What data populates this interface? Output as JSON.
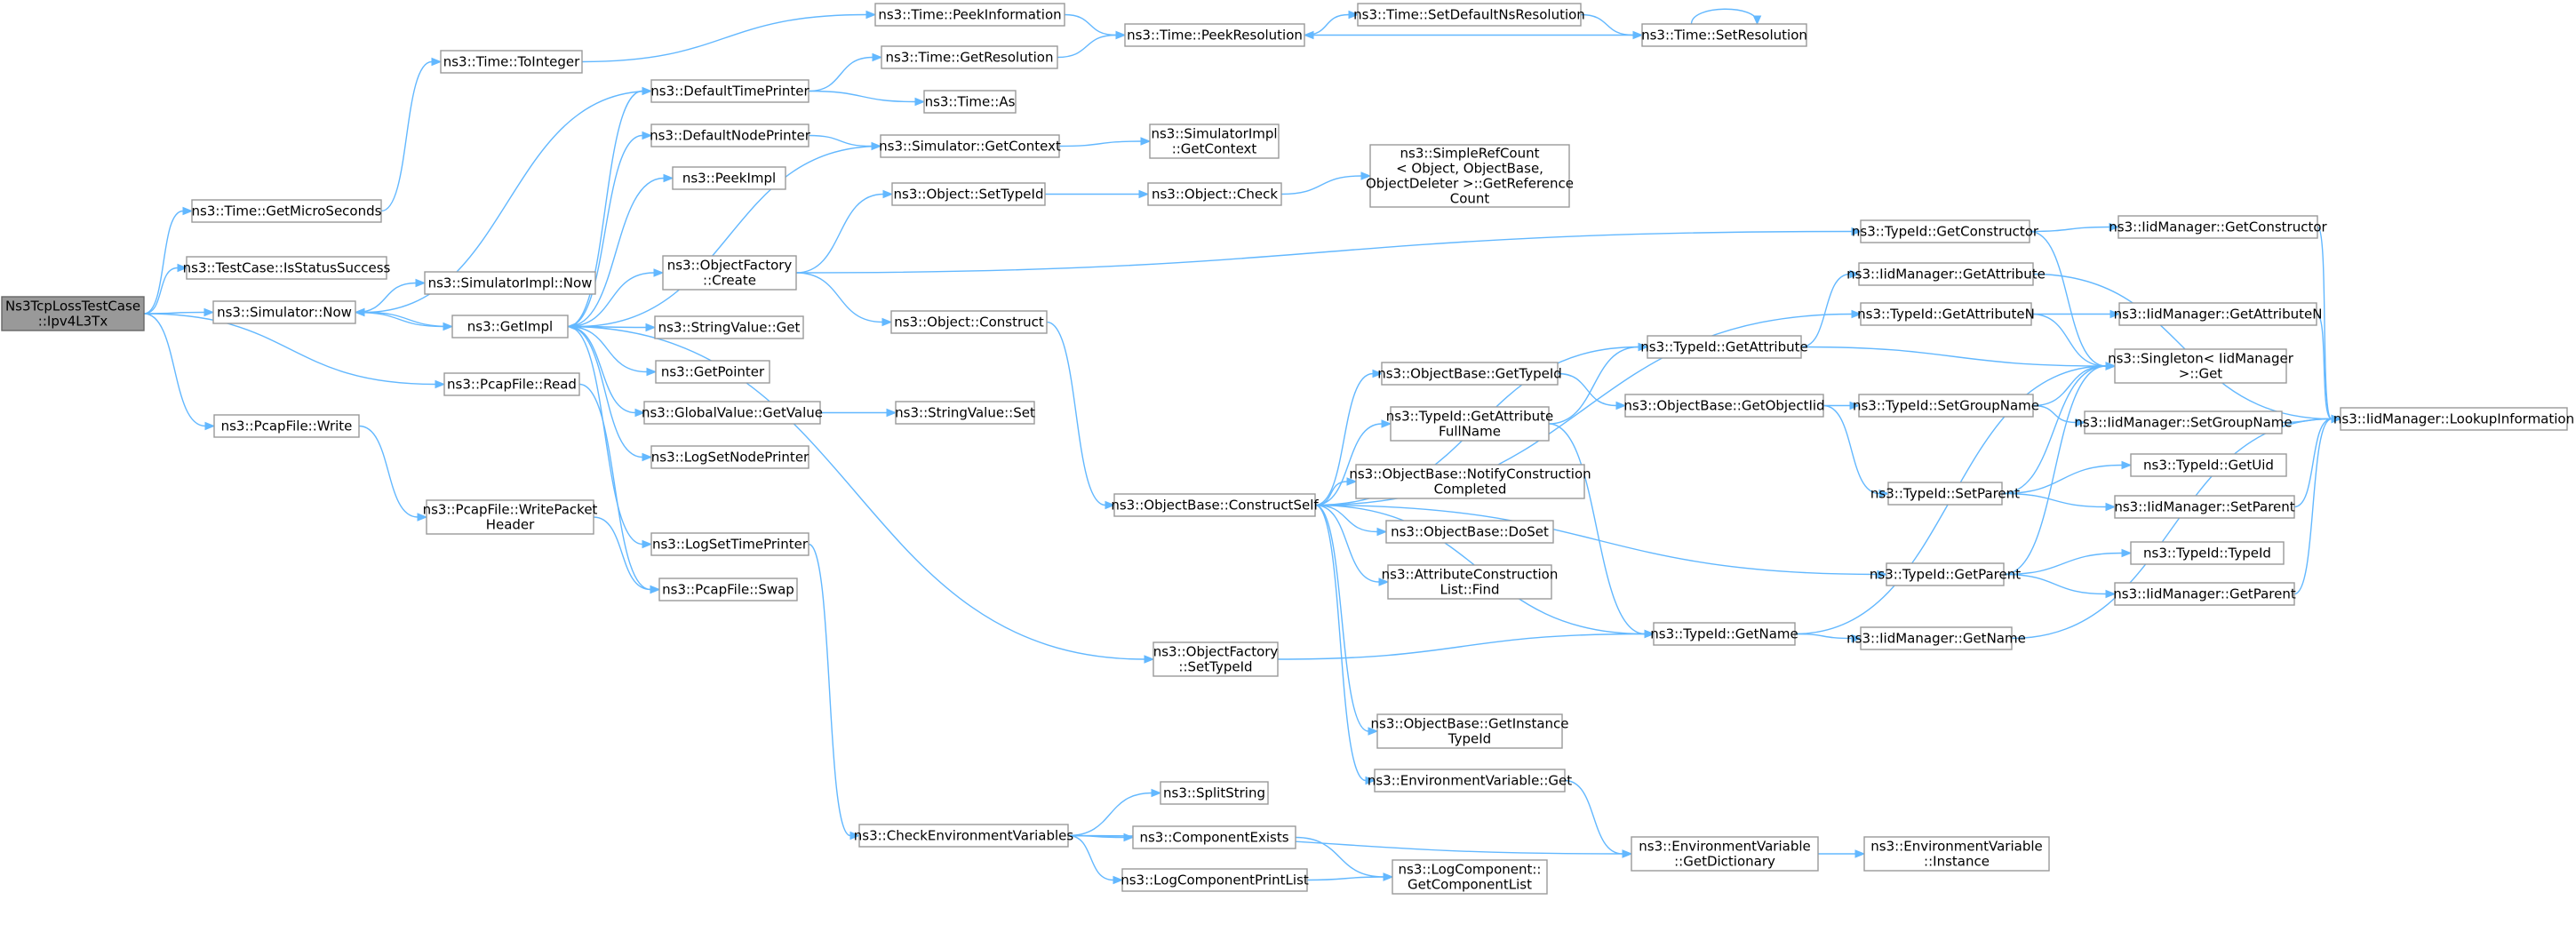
{
  "nodes": [
    {
      "id": "root",
      "label": [
        "Ns3TcpLossTestCase",
        "::Ipv4L3Tx"
      ],
      "root": true
    },
    {
      "id": "getMicro",
      "label": [
        "ns3::Time::GetMicroSeconds"
      ]
    },
    {
      "id": "isStatus",
      "label": [
        "ns3::TestCase::IsStatusSuccess"
      ]
    },
    {
      "id": "simNow",
      "label": [
        "ns3::Simulator::Now"
      ]
    },
    {
      "id": "pcapRead",
      "label": [
        "ns3::PcapFile::Read"
      ]
    },
    {
      "id": "pcapWrite",
      "label": [
        "ns3::PcapFile::Write"
      ]
    },
    {
      "id": "toInteger",
      "label": [
        "ns3::Time::ToInteger"
      ]
    },
    {
      "id": "simImplNow",
      "label": [
        "ns3::SimulatorImpl::Now"
      ]
    },
    {
      "id": "getImpl",
      "label": [
        "ns3::GetImpl"
      ]
    },
    {
      "id": "writePkt",
      "label": [
        "ns3::PcapFile::WritePacket",
        "Header"
      ]
    },
    {
      "id": "peekInfo",
      "label": [
        "ns3::Time::PeekInformation"
      ]
    },
    {
      "id": "defTime",
      "label": [
        "ns3::DefaultTimePrinter"
      ]
    },
    {
      "id": "defNode",
      "label": [
        "ns3::DefaultNodePrinter"
      ]
    },
    {
      "id": "peekImpl",
      "label": [
        "ns3::PeekImpl"
      ]
    },
    {
      "id": "objFactCreate",
      "label": [
        "ns3::ObjectFactory",
        "::Create"
      ]
    },
    {
      "id": "strValGet",
      "label": [
        "ns3::StringValue::Get"
      ]
    },
    {
      "id": "getPointer",
      "label": [
        "ns3::GetPointer"
      ]
    },
    {
      "id": "gvGetValue",
      "label": [
        "ns3::GlobalValue::GetValue"
      ]
    },
    {
      "id": "logSetNode",
      "label": [
        "ns3::LogSetNodePrinter"
      ]
    },
    {
      "id": "logSetTime",
      "label": [
        "ns3::LogSetTimePrinter"
      ]
    },
    {
      "id": "pcapSwap",
      "label": [
        "ns3::PcapFile::Swap"
      ]
    },
    {
      "id": "getResolution",
      "label": [
        "ns3::Time::GetResolution"
      ]
    },
    {
      "id": "timeAs",
      "label": [
        "ns3::Time::As"
      ]
    },
    {
      "id": "simGetCtx",
      "label": [
        "ns3::Simulator::GetContext"
      ]
    },
    {
      "id": "objSetTypeId",
      "label": [
        "ns3::Object::SetTypeId"
      ]
    },
    {
      "id": "objConstruct",
      "label": [
        "ns3::Object::Construct"
      ]
    },
    {
      "id": "strValSet",
      "label": [
        "ns3::StringValue::Set"
      ]
    },
    {
      "id": "checkEnv",
      "label": [
        "ns3::CheckEnvironmentVariables"
      ]
    },
    {
      "id": "peekRes",
      "label": [
        "ns3::Time::PeekResolution"
      ]
    },
    {
      "id": "simImplGetCtx",
      "label": [
        "ns3::SimulatorImpl",
        "::GetContext"
      ]
    },
    {
      "id": "objCheck",
      "label": [
        "ns3::Object::Check"
      ]
    },
    {
      "id": "objBaseConstructSelf",
      "label": [
        "ns3::ObjectBase::ConstructSelf"
      ]
    },
    {
      "id": "objFactSetTypeId",
      "label": [
        "ns3::ObjectFactory",
        "::SetTypeId"
      ]
    },
    {
      "id": "splitString",
      "label": [
        "ns3::SplitString"
      ]
    },
    {
      "id": "compExists",
      "label": [
        "ns3::ComponentExists"
      ]
    },
    {
      "id": "logCompPrint",
      "label": [
        "ns3::LogComponentPrintList"
      ]
    },
    {
      "id": "setDefNsRes",
      "label": [
        "ns3::Time::SetDefaultNsResolution"
      ]
    },
    {
      "id": "simpleRefCount",
      "label": [
        "ns3::SimpleRefCount",
        "< Object, ObjectBase,",
        "ObjectDeleter >::GetReference",
        "Count"
      ]
    },
    {
      "id": "objBaseGetTypeId",
      "label": [
        "ns3::ObjectBase::GetTypeId"
      ]
    },
    {
      "id": "tidGetAttrFullName",
      "label": [
        "ns3::TypeId::GetAttribute",
        "FullName"
      ]
    },
    {
      "id": "objBaseNotify",
      "label": [
        "ns3::ObjectBase::NotifyConstruction",
        "Completed"
      ]
    },
    {
      "id": "objBaseDoSet",
      "label": [
        "ns3::ObjectBase::DoSet"
      ]
    },
    {
      "id": "attrConstrFind",
      "label": [
        "ns3::AttributeConstruction",
        "List::Find"
      ]
    },
    {
      "id": "objBaseGetInst",
      "label": [
        "ns3::ObjectBase::GetInstance",
        "TypeId"
      ]
    },
    {
      "id": "envVarGet",
      "label": [
        "ns3::EnvironmentVariable::Get"
      ]
    },
    {
      "id": "logCompGetList",
      "label": [
        "ns3::LogComponent::",
        "GetComponentList"
      ]
    },
    {
      "id": "timeSetRes",
      "label": [
        "ns3::Time::SetResolution"
      ]
    },
    {
      "id": "tidGetAttr",
      "label": [
        "ns3::TypeId::GetAttribute"
      ]
    },
    {
      "id": "objBaseGetObjTid",
      "label": [
        "ns3::ObjectBase::GetObjectIid"
      ]
    },
    {
      "id": "tidGetName",
      "label": [
        "ns3::TypeId::GetName"
      ]
    },
    {
      "id": "envVarGetDict",
      "label": [
        "ns3::EnvironmentVariable",
        "::GetDictionary"
      ]
    },
    {
      "id": "tidGetConstructor",
      "label": [
        "ns3::TypeId::GetConstructor"
      ]
    },
    {
      "id": "iidMgrGetAttr",
      "label": [
        "ns3::IidManager::GetAttribute"
      ]
    },
    {
      "id": "tidGetAttrN",
      "label": [
        "ns3::TypeId::GetAttributeN"
      ]
    },
    {
      "id": "tidSetGroupName",
      "label": [
        "ns3::TypeId::SetGroupName"
      ]
    },
    {
      "id": "tidSetParent",
      "label": [
        "ns3::TypeId::SetParent"
      ]
    },
    {
      "id": "tidGetParent",
      "label": [
        "ns3::TypeId::GetParent"
      ]
    },
    {
      "id": "iidMgrGetName",
      "label": [
        "ns3::IidManager::GetName"
      ]
    },
    {
      "id": "envVarInstance",
      "label": [
        "ns3::EnvironmentVariable",
        "::Instance"
      ]
    },
    {
      "id": "iidMgrGetConstructor",
      "label": [
        "ns3::IidManager::GetConstructor"
      ]
    },
    {
      "id": "iidMgrGetAttrN",
      "label": [
        "ns3::IidManager::GetAttributeN"
      ]
    },
    {
      "id": "singletonGet",
      "label": [
        "ns3::Singleton< IidManager",
        ">::Get"
      ]
    },
    {
      "id": "iidMgrSetGroupName",
      "label": [
        "ns3::IidManager::SetGroupName"
      ]
    },
    {
      "id": "tidGetUid",
      "label": [
        "ns3::TypeId::GetUid"
      ]
    },
    {
      "id": "iidMgrSetParent",
      "label": [
        "ns3::IidManager::SetParent"
      ]
    },
    {
      "id": "tidTypeId",
      "label": [
        "ns3::TypeId::TypeId"
      ]
    },
    {
      "id": "iidMgrGetParent",
      "label": [
        "ns3::IidManager::GetParent"
      ]
    },
    {
      "id": "iidMgrLookup",
      "label": [
        "ns3::IidManager::LookupInformation"
      ]
    }
  ],
  "edges": [
    [
      "root",
      "getMicro"
    ],
    [
      "root",
      "isStatus"
    ],
    [
      "root",
      "simNow"
    ],
    [
      "root",
      "pcapRead"
    ],
    [
      "root",
      "pcapWrite"
    ],
    [
      "getMicro",
      "toInteger"
    ],
    [
      "toInteger",
      "peekInfo"
    ],
    [
      "simNow",
      "simImplNow"
    ],
    [
      "simNow",
      "getImpl"
    ],
    [
      "pcapRead",
      "pcapSwap"
    ],
    [
      "pcapWrite",
      "writePkt"
    ],
    [
      "writePkt",
      "pcapSwap"
    ],
    [
      "getImpl",
      "defTime"
    ],
    [
      "getImpl",
      "defNode"
    ],
    [
      "getImpl",
      "peekImpl"
    ],
    [
      "getImpl",
      "objFactCreate"
    ],
    [
      "getImpl",
      "strValGet"
    ],
    [
      "getImpl",
      "getPointer"
    ],
    [
      "getImpl",
      "gvGetValue"
    ],
    [
      "getImpl",
      "logSetNode"
    ],
    [
      "getImpl",
      "logSetTime"
    ],
    [
      "getImpl",
      "objFactSetTypeId"
    ],
    [
      "getImpl",
      "simNow"
    ],
    [
      "getImpl",
      "defTime"
    ],
    [
      "defTime",
      "getResolution"
    ],
    [
      "defTime",
      "timeAs"
    ],
    [
      "defTime",
      "simNow"
    ],
    [
      "defNode",
      "simGetCtx"
    ],
    [
      "simGetCtx",
      "simImplGetCtx"
    ],
    [
      "simGetCtx",
      "getImpl"
    ],
    [
      "peekInfo",
      "peekRes"
    ],
    [
      "getResolution",
      "peekRes"
    ],
    [
      "peekRes",
      "setDefNsRes"
    ],
    [
      "setDefNsRes",
      "timeSetRes"
    ],
    [
      "timeSetRes",
      "peekRes"
    ],
    [
      "timeSetRes",
      "timeSetRes"
    ],
    [
      "objFactCreate",
      "objSetTypeId"
    ],
    [
      "objFactCreate",
      "objConstruct"
    ],
    [
      "objFactCreate",
      "tidGetConstructor"
    ],
    [
      "objSetTypeId",
      "objCheck"
    ],
    [
      "objCheck",
      "simpleRefCount"
    ],
    [
      "objConstruct",
      "objBaseConstructSelf"
    ],
    [
      "gvGetValue",
      "strValSet"
    ],
    [
      "logSetTime",
      "checkEnv"
    ],
    [
      "checkEnv",
      "splitString"
    ],
    [
      "checkEnv",
      "compExists"
    ],
    [
      "checkEnv",
      "logCompPrint"
    ],
    [
      "checkEnv",
      "envVarGetDict"
    ],
    [
      "compExists",
      "logCompGetList"
    ],
    [
      "logCompPrint",
      "logCompGetList"
    ],
    [
      "objFactSetTypeId",
      "tidGetName"
    ],
    [
      "objBaseConstructSelf",
      "objBaseGetTypeId"
    ],
    [
      "objBaseConstructSelf",
      "tidGetAttrFullName"
    ],
    [
      "objBaseConstructSelf",
      "objBaseNotify"
    ],
    [
      "objBaseConstructSelf",
      "objBaseDoSet"
    ],
    [
      "objBaseConstructSelf",
      "attrConstrFind"
    ],
    [
      "objBaseConstructSelf",
      "objBaseGetInst"
    ],
    [
      "objBaseConstructSelf",
      "envVarGet"
    ],
    [
      "objBaseConstructSelf",
      "tidGetAttr"
    ],
    [
      "objBaseConstructSelf",
      "tidGetAttrN"
    ],
    [
      "objBaseConstructSelf",
      "tidGetName"
    ],
    [
      "objBaseConstructSelf",
      "tidGetParent"
    ],
    [
      "objBaseConstructSelf",
      "tidGetAttr"
    ],
    [
      "objBaseGetTypeId",
      "objBaseGetObjTid"
    ],
    [
      "tidGetAttrFullName",
      "tidGetAttr"
    ],
    [
      "tidGetAttrFullName",
      "tidGetName"
    ],
    [
      "envVarGet",
      "envVarGetDict"
    ],
    [
      "envVarGetDict",
      "envVarInstance"
    ],
    [
      "tidGetAttr",
      "iidMgrGetAttr"
    ],
    [
      "tidGetAttr",
      "singletonGet"
    ],
    [
      "objBaseGetObjTid",
      "tidSetGroupName"
    ],
    [
      "objBaseGetObjTid",
      "tidSetParent"
    ],
    [
      "tidGetName",
      "iidMgrGetName"
    ],
    [
      "tidGetName",
      "singletonGet"
    ],
    [
      "tidGetConstructor",
      "iidMgrGetConstructor"
    ],
    [
      "tidGetConstructor",
      "singletonGet"
    ],
    [
      "iidMgrGetAttr",
      "iidMgrLookup"
    ],
    [
      "tidGetAttrN",
      "iidMgrGetAttrN"
    ],
    [
      "tidGetAttrN",
      "singletonGet"
    ],
    [
      "tidSetGroupName",
      "iidMgrSetGroupName"
    ],
    [
      "tidSetGroupName",
      "singletonGet"
    ],
    [
      "tidSetParent",
      "tidGetUid"
    ],
    [
      "tidSetParent",
      "iidMgrSetParent"
    ],
    [
      "tidSetParent",
      "singletonGet"
    ],
    [
      "tidGetParent",
      "tidTypeId"
    ],
    [
      "tidGetParent",
      "iidMgrGetParent"
    ],
    [
      "tidGetParent",
      "singletonGet"
    ],
    [
      "iidMgrGetName",
      "iidMgrLookup"
    ],
    [
      "iidMgrGetConstructor",
      "iidMgrLookup"
    ],
    [
      "iidMgrGetAttrN",
      "iidMgrLookup"
    ],
    [
      "iidMgrSetGroupName",
      "iidMgrLookup"
    ],
    [
      "iidMgrSetParent",
      "iidMgrLookup"
    ],
    [
      "iidMgrGetParent",
      "iidMgrLookup"
    ]
  ]
}
